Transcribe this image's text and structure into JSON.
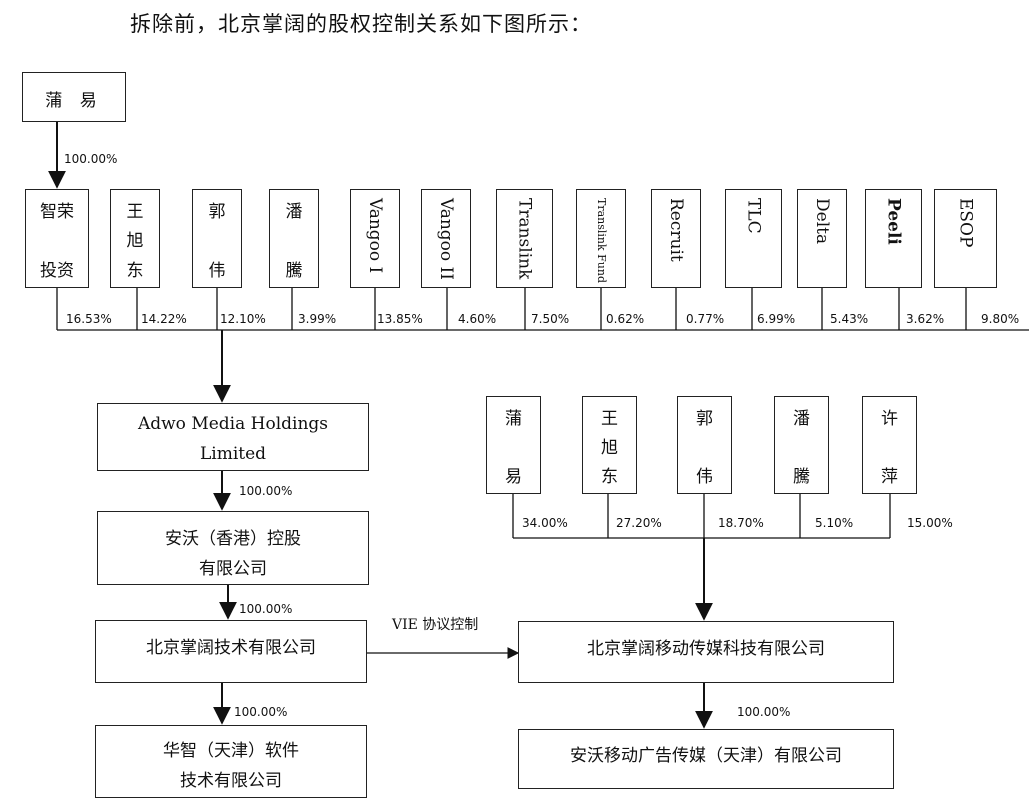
{
  "title": "拆除前，北京掌阔的股权控制关系如下图所示：",
  "top_owner": {
    "name": "蒲 易",
    "pct": "100.00%"
  },
  "shareholders": [
    {
      "c": [
        "智荣",
        "投资"
      ],
      "pct": "16.53%"
    },
    {
      "c": [
        "王",
        "旭",
        "东"
      ],
      "pct": "14.22%"
    },
    {
      "c": [
        "郭",
        "伟"
      ],
      "pct": "12.10%"
    },
    {
      "c": [
        "潘",
        "騰"
      ],
      "pct": "3.99%"
    },
    {
      "v": "Vangoo I",
      "pct": "13.85%"
    },
    {
      "v": "Vangoo II",
      "pct": "4.60%"
    },
    {
      "v": "Translink",
      "pct": "7.50%"
    },
    {
      "v": "Translink Fund",
      "pct": "0.62%"
    },
    {
      "v": "Recruit",
      "pct": "0.77%"
    },
    {
      "v": "TLC",
      "pct": "6.99%"
    },
    {
      "v": "Delta",
      "pct": "5.43%"
    },
    {
      "v": "Peeli",
      "pct": "3.62%"
    },
    {
      "v": "ESOP",
      "pct": "9.80%"
    }
  ],
  "left_chain": {
    "adwo": [
      "Adwo Media Holdings",
      "Limited"
    ],
    "adwo_pct": "100.00%",
    "hk": [
      "安沃（香港）控股",
      "有限公司"
    ],
    "hk_pct": "100.00%",
    "tech": "北京掌阔技术有限公司",
    "tech_pct": "100.00%",
    "huazhi": [
      "华智（天津）软件",
      "技术有限公司"
    ]
  },
  "vie_label": "VIE 协议控制",
  "right_owners": [
    {
      "c": [
        "蒲",
        "易"
      ],
      "pct": "34.00%"
    },
    {
      "c": [
        "王",
        "旭",
        "东"
      ],
      "pct": "27.20%"
    },
    {
      "c": [
        "郭",
        "伟"
      ],
      "pct": "18.70%"
    },
    {
      "c": [
        "潘",
        "騰"
      ],
      "pct": "5.10%"
    },
    {
      "c": [
        "许",
        "萍"
      ],
      "pct": "15.00%"
    }
  ],
  "right_chain": {
    "mobile": "北京掌阔移动传媒科技有限公司",
    "mobile_pct": "100.00%",
    "ad": "安沃移动广告传媒（天津）有限公司"
  }
}
